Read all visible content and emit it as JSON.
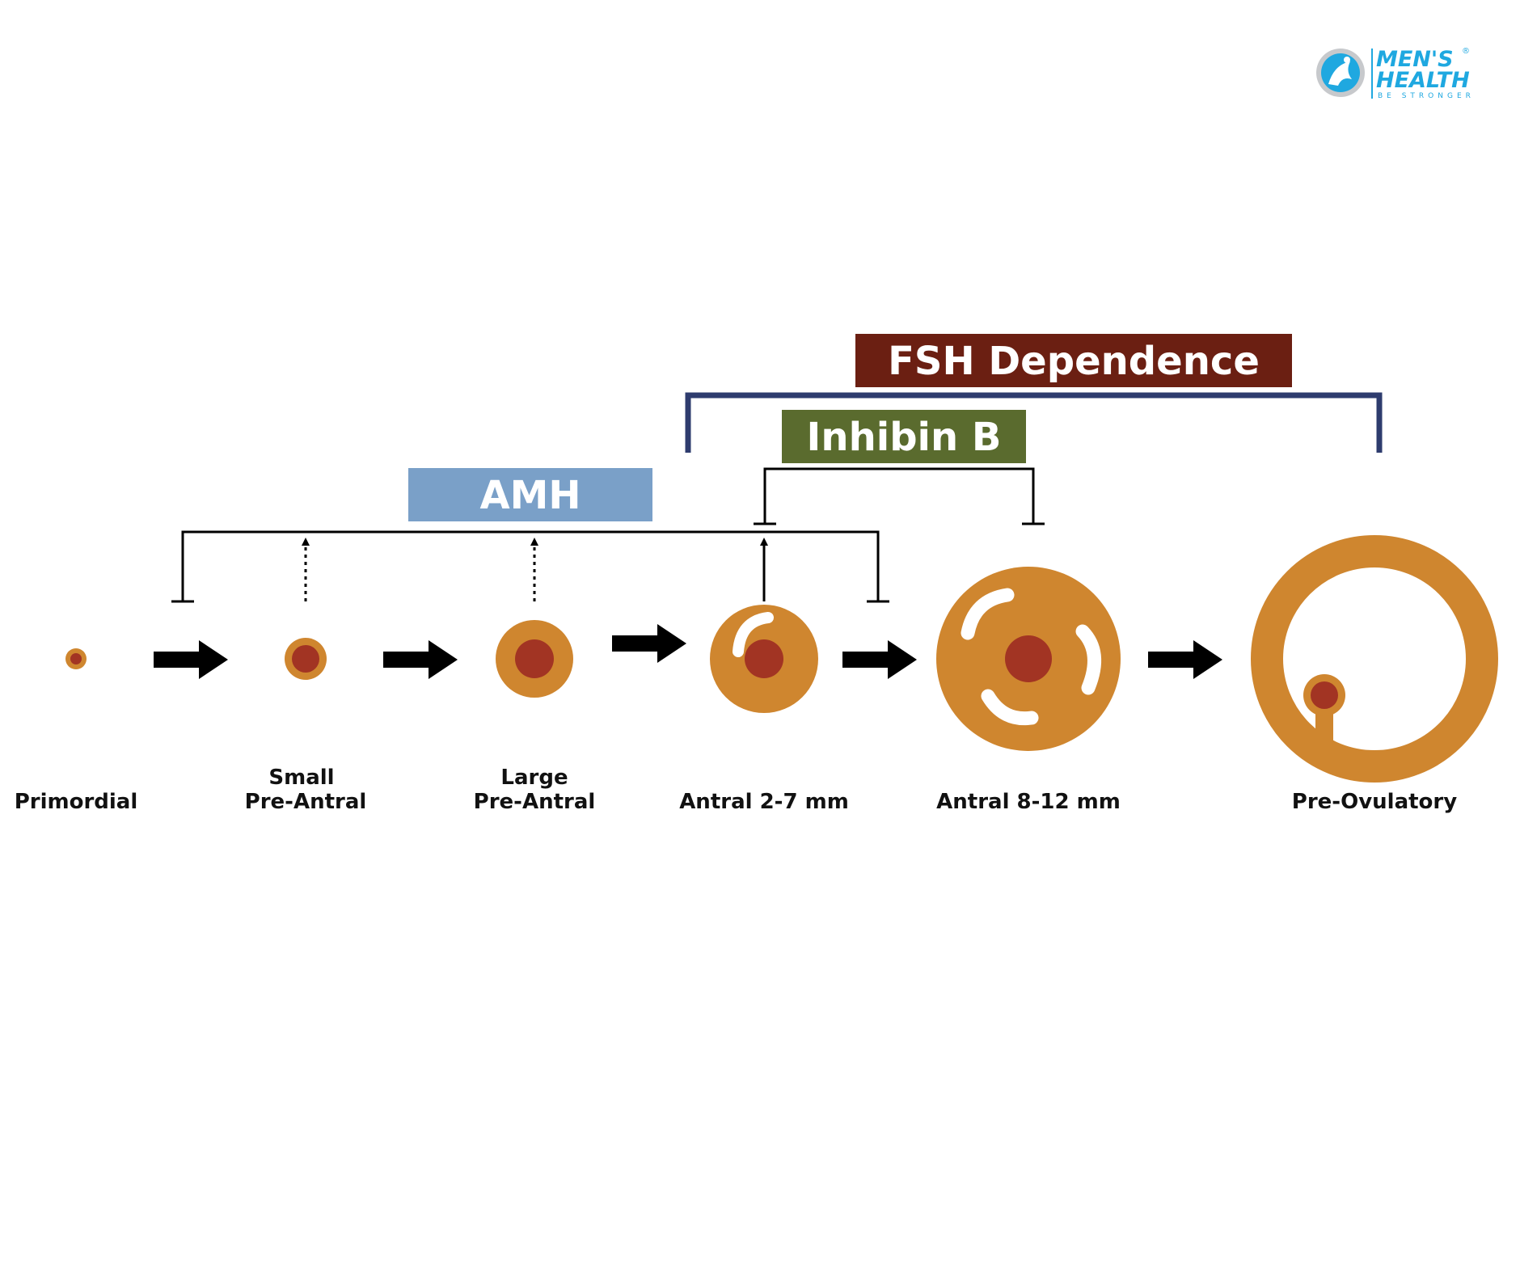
{
  "logo": {
    "line1": "MEN'S",
    "line2": "HEALTH",
    "tagline": "BE STRONGER",
    "registered": "®",
    "color": "#1fa8e0",
    "icon": "runner-in-circle-icon"
  },
  "regulators": {
    "fsh": {
      "label": "FSH Dependence",
      "color": "#6b1f12"
    },
    "inhibin": {
      "label": "Inhibin B",
      "color": "#5a6b2e"
    },
    "amh": {
      "label": "AMH",
      "color": "#7aa0c8"
    }
  },
  "stages": [
    {
      "line1": "",
      "line2": "Primordial"
    },
    {
      "line1": "Small",
      "line2": "Pre-Antral"
    },
    {
      "line1": "Large",
      "line2": "Pre-Antral"
    },
    {
      "line1": "",
      "line2": "Antral 2-7 mm"
    },
    {
      "line1": "",
      "line2": "Antral 8-12 mm"
    },
    {
      "line1": "",
      "line2": "Pre-Ovulatory"
    }
  ],
  "colors": {
    "follicle": "#cf862f",
    "oocyte": "#a23423",
    "fsh_bracket": "#2e3c6e",
    "arrow": "#000000"
  }
}
